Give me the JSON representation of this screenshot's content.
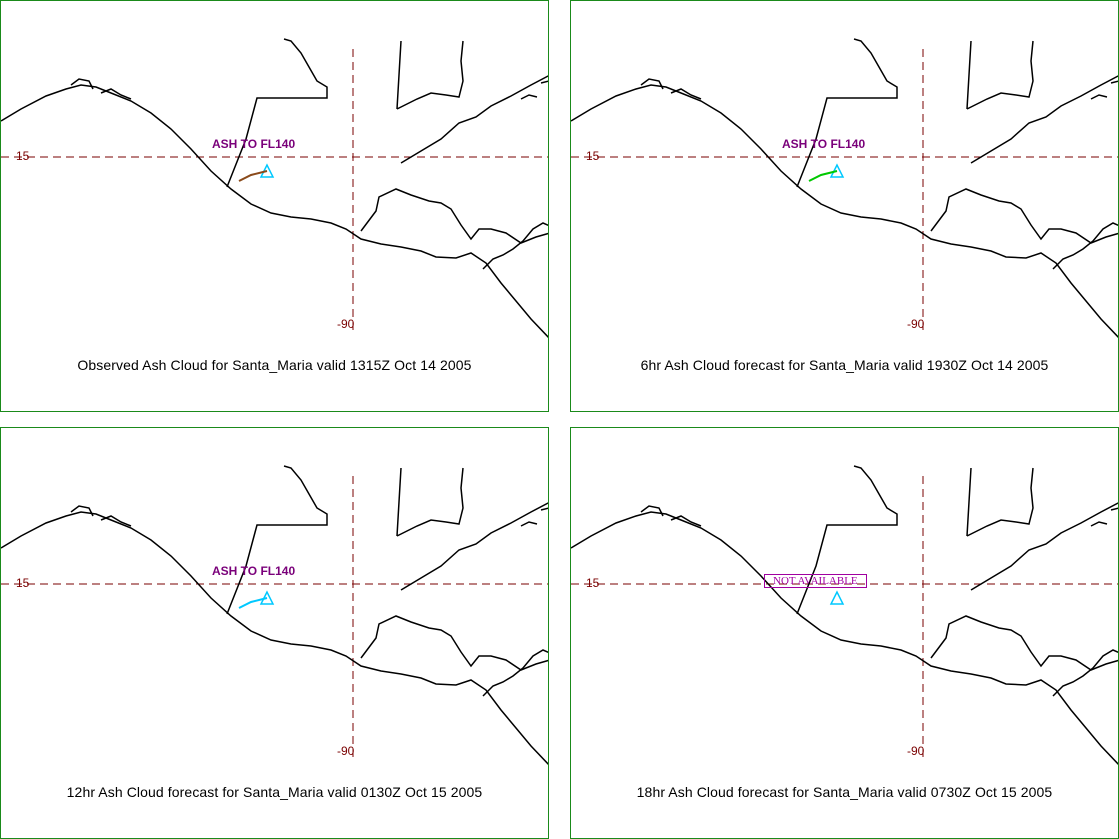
{
  "colors": {
    "panel_border": "#1a8a1a",
    "coastline": "#000000",
    "gridline": "#7a0000",
    "label_ash": "#7a007a",
    "not_available": "#a000a0",
    "volcano_icon": "#00c8ff"
  },
  "panels": [
    {
      "caption": "Observed Ash Cloud for Santa_Maria valid 1315Z Oct 14 2005",
      "lat_label": "15",
      "lon_label": "-90",
      "ash_label": "ASH TO FL140",
      "plume_color": "#8a4a1a"
    },
    {
      "caption": "6hr Ash Cloud forecast for Santa_Maria valid 1930Z Oct 14 2005",
      "lat_label": "15",
      "lon_label": "-90",
      "ash_label": "ASH TO FL140",
      "plume_color": "#00c800"
    },
    {
      "caption": "12hr Ash Cloud forecast for Santa_Maria valid 0130Z Oct 15 2005",
      "lat_label": "15",
      "lon_label": "-90",
      "ash_label": "ASH TO FL140",
      "plume_color": "#00c8ff"
    },
    {
      "caption": "18hr Ash Cloud forecast for Santa_Maria valid 0730Z Oct 15 2005",
      "lat_label": "15",
      "lon_label": "-90",
      "ash_label": "NOT AVAILABLE",
      "plume_color": ""
    }
  ]
}
